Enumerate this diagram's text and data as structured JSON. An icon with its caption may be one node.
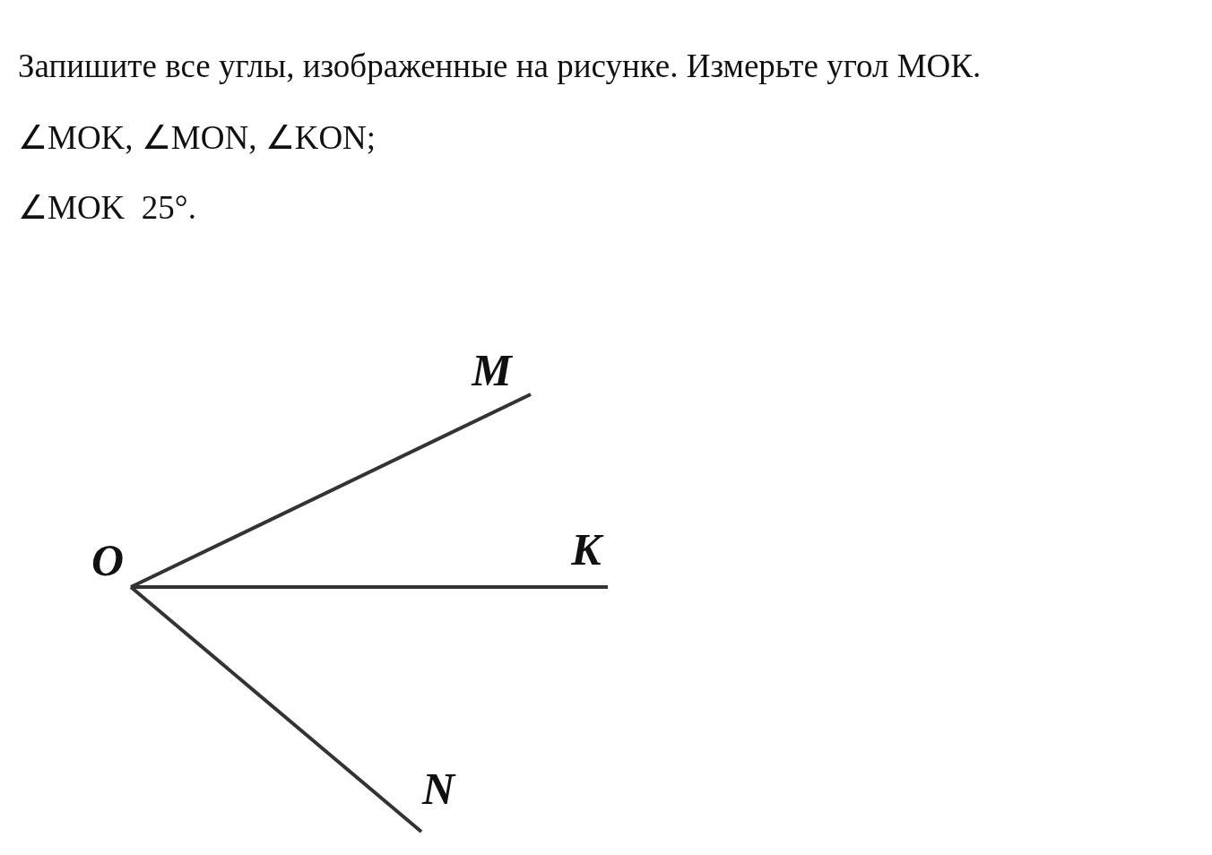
{
  "diagram": {
    "title": "Запишите все углы, изображенные на рисунке. Измерьте угол МОК.",
    "nodes": [
      {
        "text": [
          "O"
        ]
      },
      {
        "text": [
          "M"
        ]
      },
      {
        "text": [
          "K"
        ]
      },
      {
        "text": [
          "N"
        ]
      }
    ],
    "edges": [
      {
        "from": 0,
        "to": 1,
        "arrow": "none"
      },
      {
        "from": 0,
        "to": 2,
        "arrow": "none"
      },
      {
        "from": 0,
        "to": 3,
        "arrow": "none"
      }
    ],
    "labels": [
      "∠MOK, ∠MON, ∠KON;",
      "∠MOK  25°."
    ]
  }
}
